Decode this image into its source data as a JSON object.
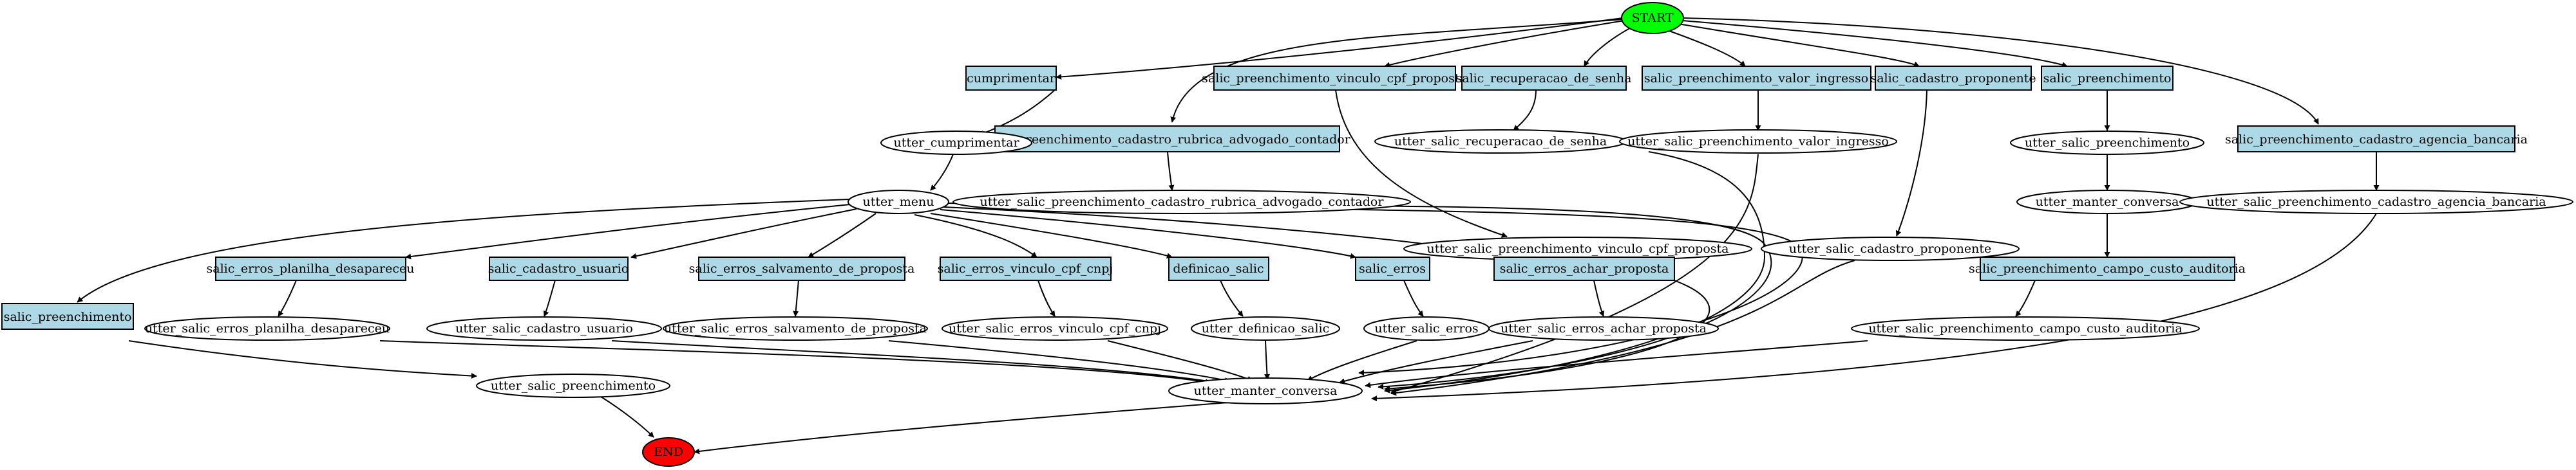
{
  "colors": {
    "start": "#00ff00",
    "end": "#ff0000",
    "action": "#add8e6",
    "utter": "#ffffff",
    "stroke": "#000000"
  },
  "nodes": {
    "start": "START",
    "end": "END",
    "a_cumprimentar": "cumprimentar",
    "a_vinculo_cpf": "salic_preenchimento_vinculo_cpf_proposta",
    "a_recuperacao": "salic_recuperacao_de_senha",
    "a_valor_ingresso": "salic_preenchimento_valor_ingresso",
    "a_cadastro_proponente": "salic_cadastro_proponente",
    "a_preenchimento_top": "salic_preenchimento",
    "a_rubrica": "salic_preenchimento_cadastro_rubrica_advogado_contador",
    "a_agencia": "salic_preenchimento_cadastro_agencia_bancaria",
    "a_campo_custo": "salic_preenchimento_campo_custo_auditoria",
    "a_planilha": "salic_erros_planilha_desapareceu",
    "a_cadastro_usuario": "salic_cadastro_usuario",
    "a_salvamento": "salic_erros_salvamento_de_proposta",
    "a_erros_vinculo": "salic_erros_vinculo_cpf_cnpj",
    "a_definicao": "definicao_salic",
    "a_erros": "salic_erros",
    "a_achar": "salic_erros_achar_proposta",
    "a_preenchimento_left": "salic_preenchimento",
    "u_cumprimentar": "utter_cumprimentar",
    "u_recuperacao": "utter_salic_recuperacao_de_senha",
    "u_valor_ingresso": "utter_salic_preenchimento_valor_ingresso",
    "u_preenchimento_top": "utter_salic_preenchimento",
    "u_menu": "utter_menu",
    "u_rubrica": "utter_salic_preenchimento_cadastro_rubrica_advogado_contador",
    "u_vinculo_cpf": "utter_salic_preenchimento_vinculo_cpf_proposta",
    "u_cadastro_proponente": "utter_salic_cadastro_proponente",
    "u_manter_top": "utter_manter_conversa",
    "u_agencia": "utter_salic_preenchimento_cadastro_agencia_bancaria",
    "u_planilha": "utter_salic_erros_planilha_desapareceu",
    "u_cadastro_usuario": "utter_salic_cadastro_usuario",
    "u_salvamento": "utter_salic_erros_salvamento_de_proposta",
    "u_erros_vinculo": "utter_salic_erros_vinculo_cpf_cnpj",
    "u_definicao": "utter_definicao_salic",
    "u_erros": "utter_salic_erros",
    "u_achar": "utter_salic_erros_achar_proposta",
    "u_campo_custo": "utter_salic_preenchimento_campo_custo_auditoria",
    "u_preenchimento_left": "utter_salic_preenchimento",
    "u_manter_main": "utter_manter_conversa"
  }
}
